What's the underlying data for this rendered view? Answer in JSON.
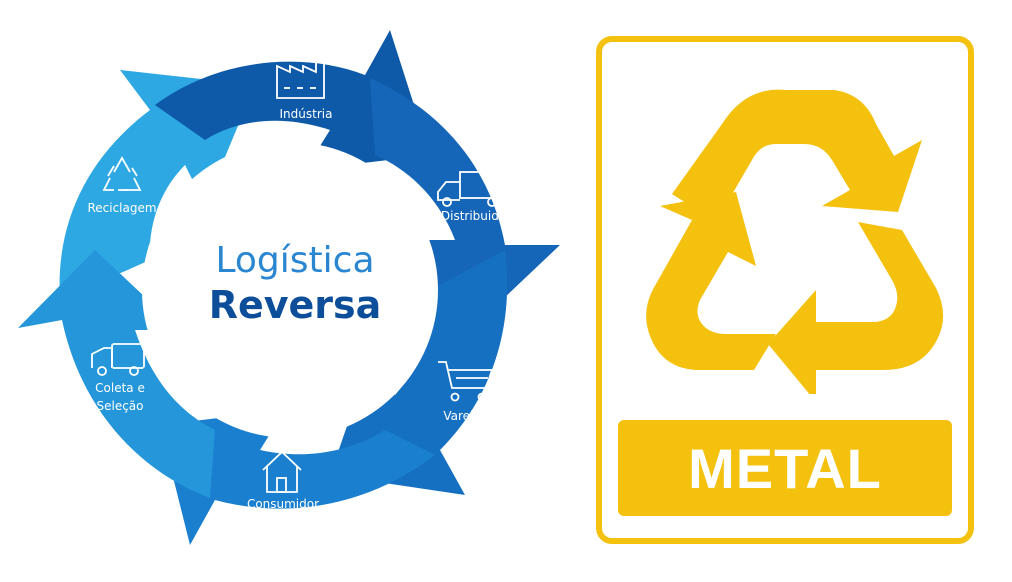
{
  "diagram": {
    "title_line1": "Logística",
    "title_line2": "Reversa",
    "steps": [
      {
        "label": "Indústria",
        "icon": "factory-icon"
      },
      {
        "label": "Distribuidor",
        "icon": "truck-icon"
      },
      {
        "label": "Varejo",
        "icon": "shopping-cart-icon"
      },
      {
        "label": "Consumidor",
        "icon": "house-icon"
      },
      {
        "label_line1": "Coleta e",
        "label_line2": "Seleção",
        "icon": "collection-truck-icon"
      },
      {
        "label": "Reciclagem",
        "icon": "recycle-icon"
      }
    ],
    "colors": {
      "light_blue": "#2aa3e0",
      "mid_blue": "#1877c9",
      "dark_blue": "#0d57a8",
      "title_light": "#2a86d0",
      "title_dark": "#0d4e9a"
    }
  },
  "recycle_sign": {
    "label": "METAL",
    "icon": "recycle-icon",
    "color": "#f4c10e"
  }
}
